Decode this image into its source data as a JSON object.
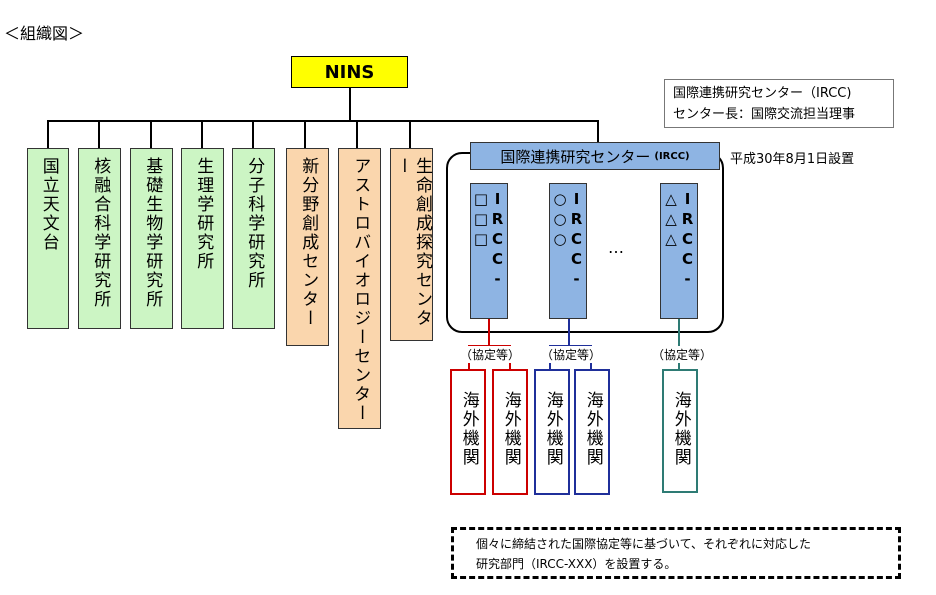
{
  "page_title": "＜組織図＞",
  "top": {
    "label": "NINS"
  },
  "ircc_note": {
    "line1": "国際連携研究センター（IRCC)",
    "line2": "センター長：国際交流担当理事"
  },
  "institutes": [
    {
      "label": "国立天文台",
      "color": "#ccf5c4"
    },
    {
      "label": "核融合科学研究所",
      "color": "#ccf5c4"
    },
    {
      "label": "基礎生物学研究所",
      "color": "#ccf5c4"
    },
    {
      "label": "生理学研究所",
      "color": "#ccf5c4"
    },
    {
      "label": "分子科学研究所",
      "color": "#ccf5c4"
    },
    {
      "label": "新分野創成センター",
      "color": "#fad6ad"
    },
    {
      "label": "アストロバイオロジーセンター",
      "color": "#fad6ad"
    },
    {
      "label": "生命創成探究センター",
      "color": "#fad6ad"
    }
  ],
  "ircc": {
    "title": "国際連携研究センター",
    "title_abbr": "(IRCC)",
    "established": "平成30年8月1日設置",
    "ellipsis": "…",
    "divisions": [
      {
        "label": "IRCC-□□□",
        "color": "#cc0000"
      },
      {
        "label": "IRCC-○○○",
        "color": "#1f2f9a"
      },
      {
        "label": "IRCC-△△△",
        "color": "#2e7b74"
      }
    ]
  },
  "agreement_label": "（協定等）",
  "overseas_label": "海外機関",
  "footnote": {
    "line1": "個々に締結された国際協定等に基づいて、それぞれに対応した",
    "line2": "研究部門（IRCC-XXX）を設置する。"
  }
}
